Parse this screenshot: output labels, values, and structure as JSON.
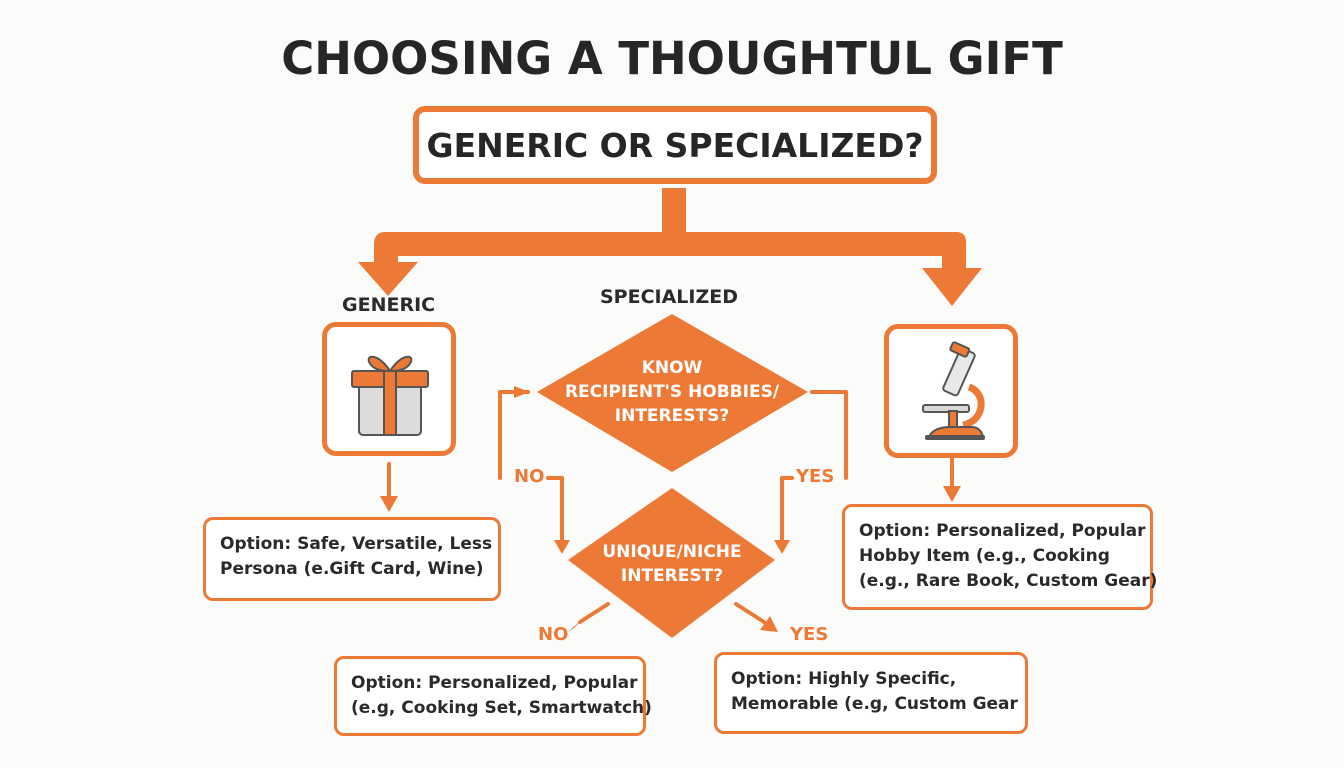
{
  "title": "CHOOSING A THOUGHTUL GIFT",
  "question": "GENERIC OR SPECIALIZED?",
  "branches": {
    "generic_label": "GENERIC",
    "specialized_label": "SPECIALIZED"
  },
  "decisions": {
    "hobbies": [
      "KNOW",
      "RECIPIENT'S HOBBIES/",
      "INTERESTS?"
    ],
    "niche": [
      "UNIQUE/NICHE",
      "INTEREST?"
    ]
  },
  "answers": {
    "outer_no": "NO",
    "outer_yes": "YES",
    "inner_no": "NO",
    "inner_yes": "YES"
  },
  "options": {
    "generic": [
      "Option: Safe, Versatile, Less",
      "Persona (e.Gift Card, Wine)"
    ],
    "popular_hobby": [
      "Option: Personalized, Popular",
      "Hobby Item (e.g., Cooking",
      "(e.g., Rare Book, Custom Gear)"
    ],
    "popular": [
      "Option: Personalized, Popular",
      "(e.g, Cooking Set, Smartwatch)"
    ],
    "specific": [
      "Option: Highly Specific,",
      "Memorable (e.g, Custom Gear"
    ]
  },
  "icons": [
    "gift-icon",
    "microscope-icon"
  ],
  "colors": {
    "accent": "#ec7a36",
    "text": "#262626",
    "background": "#fbfbfa"
  }
}
